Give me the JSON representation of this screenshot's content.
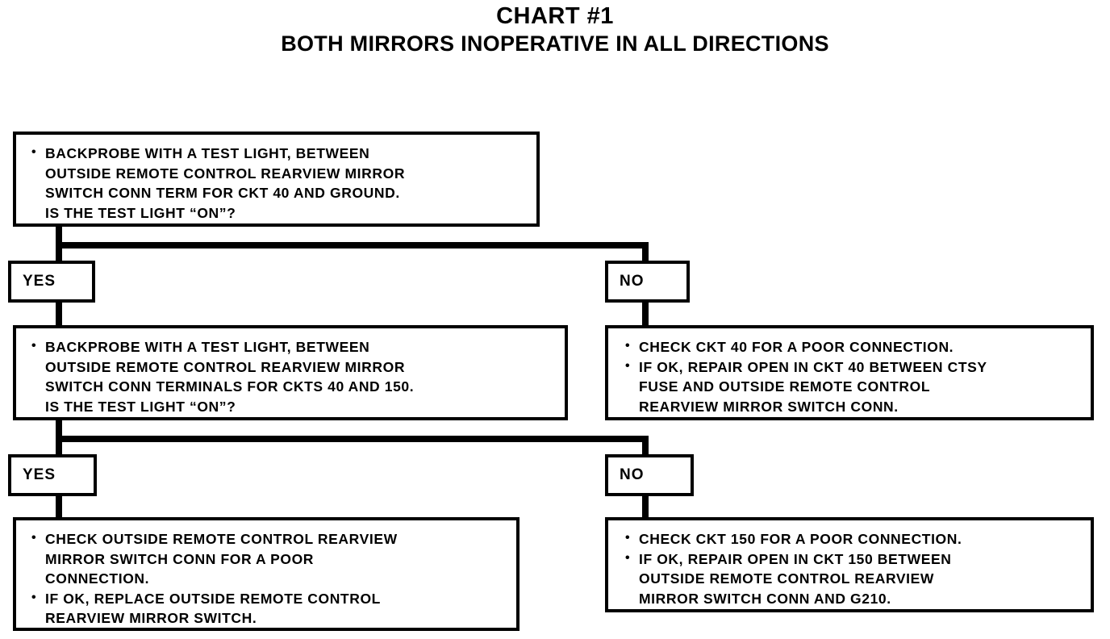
{
  "title": {
    "main": "CHART #1",
    "sub": "BOTH MIRRORS INOPERATIVE IN ALL DIRECTIONS"
  },
  "colors": {
    "ink": "#000000",
    "paper": "#ffffff"
  },
  "nodes": {
    "q1": {
      "id": "question-1",
      "lines": [
        "BACKPROBE WITH A TEST LIGHT, BETWEEN\nOUTSIDE REMOTE CONTROL REARVIEW MIRROR\nSWITCH CONN TERM FOR CKT 40 AND GROUND.\nIS THE TEST LIGHT “ON”?"
      ]
    },
    "q1_yes": {
      "label": "YES"
    },
    "q1_no": {
      "label": "NO"
    },
    "q2": {
      "id": "question-2",
      "lines": [
        "BACKPROBE WITH A TEST LIGHT, BETWEEN\nOUTSIDE REMOTE CONTROL REARVIEW MIRROR\nSWITCH CONN TERMINALS FOR CKTS 40 AND 150.\nIS THE TEST LIGHT “ON”?"
      ]
    },
    "a1": {
      "id": "action-ckt40",
      "lines": [
        "CHECK CKT 40 FOR A POOR CONNECTION.",
        "IF OK, REPAIR OPEN IN CKT 40 BETWEEN CTSY\nFUSE AND OUTSIDE REMOTE CONTROL\nREARVIEW MIRROR SWITCH CONN."
      ]
    },
    "q2_yes": {
      "label": "YES"
    },
    "q2_no": {
      "label": "NO"
    },
    "a2": {
      "id": "action-switch-conn",
      "lines": [
        "CHECK OUTSIDE REMOTE CONTROL REARVIEW\nMIRROR SWITCH CONN FOR A POOR\nCONNECTION.",
        "IF OK, REPLACE OUTSIDE REMOTE CONTROL\nREARVIEW MIRROR SWITCH."
      ]
    },
    "a3": {
      "id": "action-ckt150",
      "lines": [
        "CHECK CKT 150 FOR A POOR CONNECTION.",
        "IF OK, REPAIR OPEN IN CKT 150 BETWEEN\nOUTSIDE REMOTE CONTROL REARVIEW\nMIRROR SWITCH CONN AND G210."
      ]
    }
  }
}
